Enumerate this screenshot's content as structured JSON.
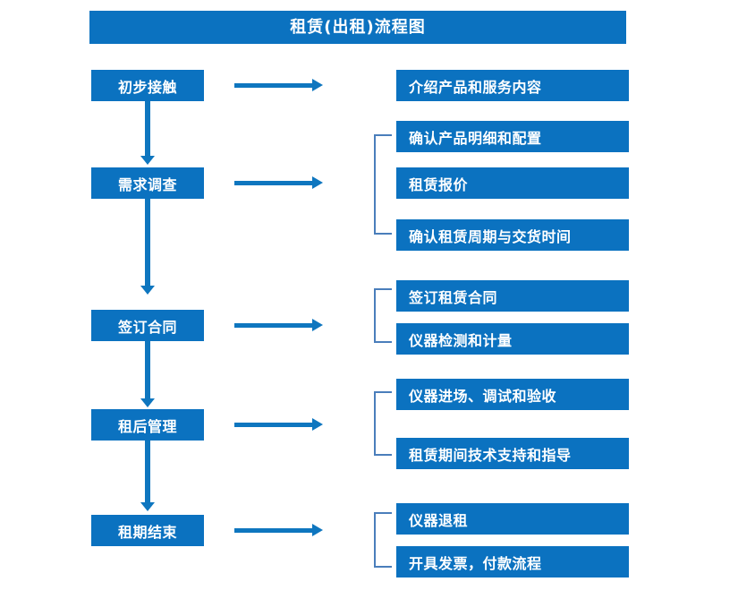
{
  "diagram": {
    "title": "租赁(出租)流程图",
    "theme": {
      "box_fill": "#0b72c0",
      "box_text": "#ffffff",
      "arrow_color": "#0e76bf",
      "bracket_color": "#4a7ebb",
      "background": "#ffffff"
    },
    "stages": [
      {
        "id": "stage-1",
        "label": "初步接触",
        "details": [
          "介绍产品和服务内容"
        ]
      },
      {
        "id": "stage-2",
        "label": "需求调查",
        "details": [
          "确认产品明细和配置",
          "租赁报价",
          "确认租赁周期与交货时间"
        ]
      },
      {
        "id": "stage-3",
        "label": "签订合同",
        "details": [
          "签订租赁合同",
          "仪器检测和计量"
        ]
      },
      {
        "id": "stage-4",
        "label": "租后管理",
        "details": [
          "仪器进场、调试和验收",
          "租赁期间技术支持和指导"
        ]
      },
      {
        "id": "stage-5",
        "label": "租期结束",
        "details": [
          "仪器退租",
          "开具发票，付款流程"
        ]
      }
    ],
    "flow_arrows": {
      "stage_to_stage_count": 4,
      "stage_to_detail_count": 5
    }
  }
}
